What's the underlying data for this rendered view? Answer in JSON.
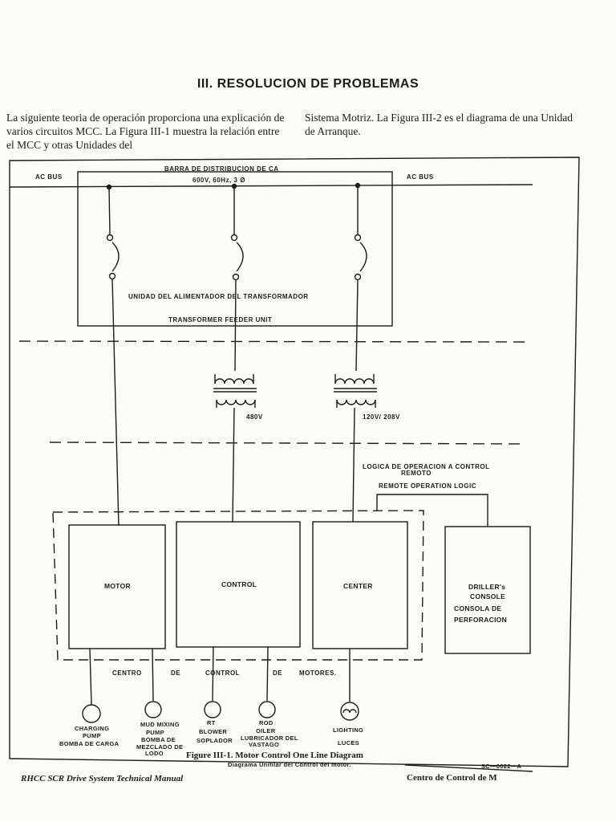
{
  "page": {
    "heading": "III. RESOLUCION DE PROBLEMAS",
    "intro_left": "La siguiente teoria de operación proporciona una explicación de varios circuitos MCC. La Figura III-1 muestra la relación entre el MCC y otras Unidades del",
    "intro_right": "Sistema Motriz. La Figura III-2 es el diagrama de una Unidad de Arranque."
  },
  "diagram": {
    "bus_left": "AC BUS",
    "bus_right": "AC BUS",
    "bus_title": "BARRA DE DISTRIBUCION DE CA",
    "bus_spec": "600V, 60Hz, 3 Ø",
    "feeder_es": "UNIDAD DEL ALIMENTADOR DEL TRANSFORMADOR",
    "feeder_en": "TRANSFORMER FEEDER UNIT",
    "xfmr1_voltage": "480V",
    "xfmr2_voltage": "120V/ 208V",
    "remote_es_1": "LOGICA DE OPERACION A CONTROL",
    "remote_es_2": "REMOTO",
    "remote_en": "REMOTE OPERATION LOGIC",
    "mcc_boxes": {
      "motor": "MOTOR",
      "control": "CONTROL",
      "center": "CENTER"
    },
    "console": {
      "line1": "DRILLER's",
      "line2": "CONSOLE",
      "line3": "CONSOLA DE",
      "line4": "PERFORACION"
    },
    "mcc_label_words": [
      "CENTRO",
      "DE",
      "CONTROL",
      "DE",
      "MOTORES."
    ],
    "loads": {
      "charging_pump": {
        "en1": "CHARGING",
        "en2": "PUMP",
        "es1": "BOMBA DE CARGA"
      },
      "mud_mixing": {
        "en1": "MUD MIXING",
        "en2": "PUMP",
        "es1": "BOMBA DE",
        "es2": "MEZCLADO DE",
        "es3": "LODO"
      },
      "rt_blower": {
        "en1": "RT",
        "en2": "BLOWER",
        "es1": "SOPLADOR"
      },
      "rod_oiler": {
        "en1": "ROD",
        "en2": "OILER",
        "es1": "LUBRICADOR DEL",
        "es2": "VASTAGO"
      },
      "lighting": {
        "en1": "LIGHTING",
        "es1": "LUCES"
      }
    },
    "caption": "Figure III-1. Motor Control One Line Diagram",
    "caption_es": "Diagrama Unifilar del Control del motor.",
    "ref_code": "SC—0022—A"
  },
  "footer": {
    "left": "RHCC SCR Drive System Technical Manual",
    "right": "Centro de Control de M"
  }
}
